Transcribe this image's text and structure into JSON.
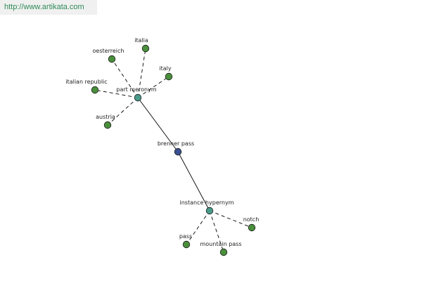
{
  "header": {
    "url": "http://www.artikata.com"
  },
  "colors": {
    "leaf": "#4a8f3c",
    "relation": "#4a9a8a",
    "center": "#3a4f8f",
    "edge": "#000000"
  },
  "graph": {
    "center": {
      "id": "brenner-pass",
      "label": "brenner pass"
    },
    "relations": [
      {
        "id": "part-meronym",
        "label": "part meronym",
        "leaves": [
          "oesterreich",
          "italia",
          "italy",
          "italian republic",
          "austria"
        ]
      },
      {
        "id": "instance-hypernym",
        "label": "instance hypernym",
        "leaves": [
          "notch",
          "pass",
          "mountain pass"
        ]
      }
    ]
  }
}
